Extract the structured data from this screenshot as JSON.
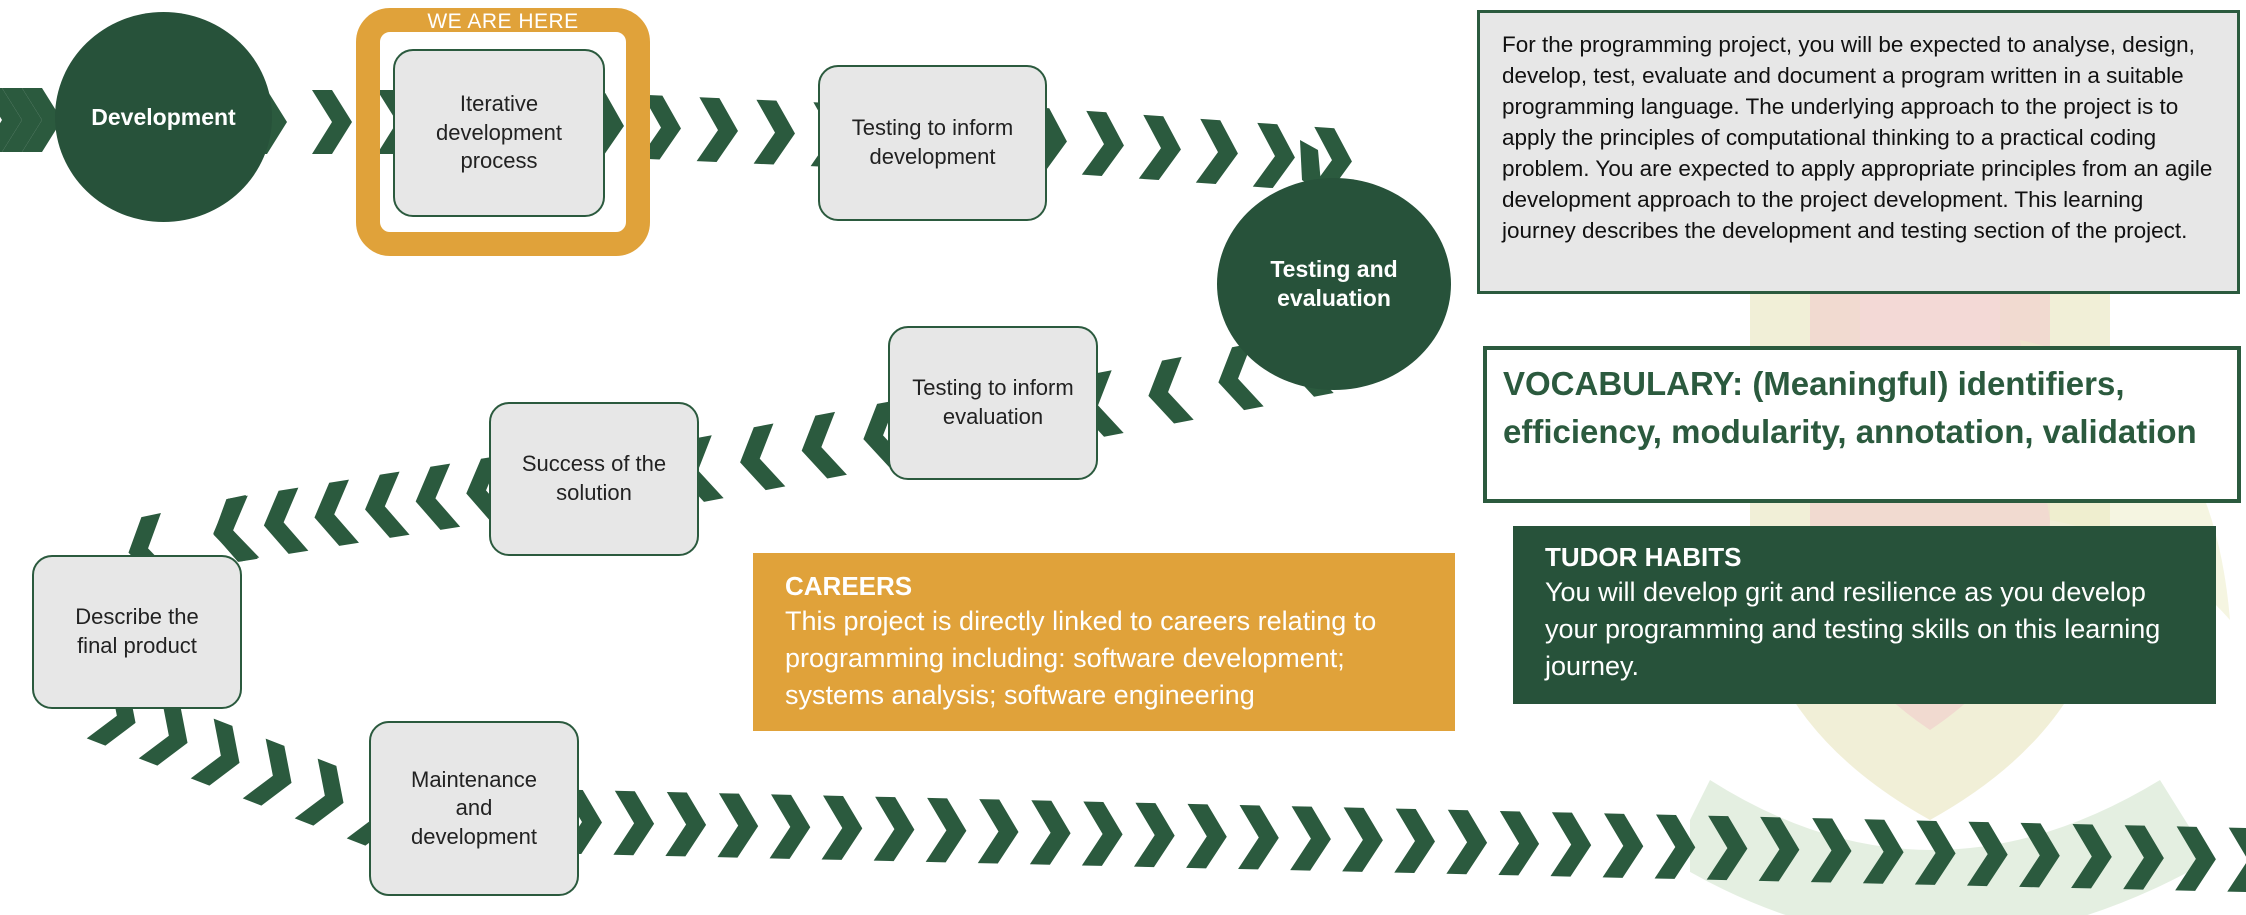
{
  "colors": {
    "green": "#2b5a3e",
    "dark_green": "#27523a",
    "amber": "#e0a23a",
    "step_fill": "#e7e7e7",
    "white": "#ffffff"
  },
  "journey": {
    "milestones": {
      "development": "Development",
      "testing_evaluation": "Testing and evaluation"
    },
    "marker": "WE ARE HERE",
    "steps": {
      "iterative": "Iterative development process",
      "testing_inform_development": "Testing to inform development",
      "testing_inform_evaluation": "Testing to inform evaluation",
      "success": "Success of the solution",
      "describe": "Describe the final product",
      "maintenance": "Maintenance and development"
    },
    "arrow_icon": "chevron-arrow"
  },
  "intro": {
    "text": "For the programming project, you will be expected to analyse, design, develop, test, evaluate and document a program written in a suitable programming language. The underlying approach to the project is to apply the principles of computational thinking to a practical coding problem. You are expected to apply appropriate principles from an agile development approach to the project development. This learning journey describes the development and testing section of the project."
  },
  "vocabulary": {
    "text": "VOCABULARY: (Meaningful) identifiers, efficiency, modularity, annotation, validation"
  },
  "careers": {
    "heading": "CAREERS",
    "body": "This project is directly linked to careers relating to programming including: software development; systems analysis; software engineering"
  },
  "habits": {
    "heading": "TUDOR HABITS",
    "body": "You will develop grit and resilience as you develop your programming and testing skills on this learning journey."
  },
  "watermark": {
    "icon": "school-crest-watermark"
  }
}
